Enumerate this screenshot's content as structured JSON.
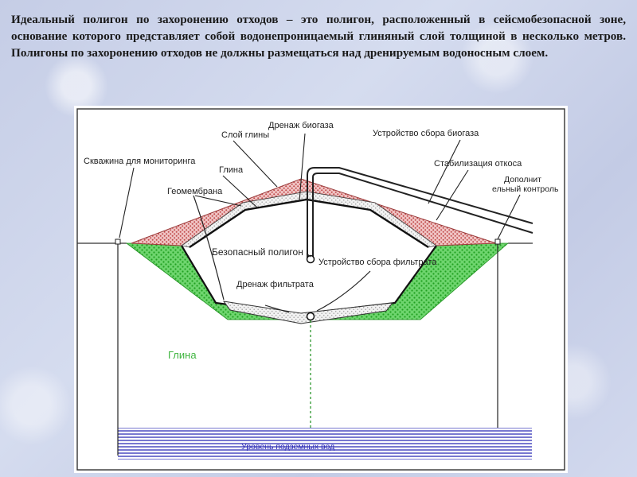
{
  "slide": {
    "intro_text": "Идеальный полигон по захоронению отходов – это полигон, расположенный в сейсмобезопасной зоне, основание которого представляет собой водонепроницаемый глиняный слой толщиной в несколько метров. Полигоны по захоронению отходов не должны размещаться над дренируемым водоносным слоем."
  },
  "diagram": {
    "labels": {
      "monitoring_well": "Скважина для мониторинга",
      "clay_layer": "Слой глины",
      "clay": "Глина",
      "geomembrane": "Геомембрана",
      "biogas_drainage": "Дренаж биогаза",
      "biogas_collection": "Устройство сбора биогаза",
      "slope_stabilization": "Стабилизация откоса",
      "extra_control_line1": "Дополнит",
      "extra_control_line2": "ельный контроль",
      "safe_landfill": "Безопасный  полигон",
      "leachate_collection": "Устройство сбора фильтрата",
      "leachate_drainage": "Дренаж фильтрата",
      "clay_bottom": "Глина",
      "groundwater_level": "Уровень подземных вод"
    },
    "colors": {
      "clay_fill": "#4fc94f",
      "cover_red": "#d98080",
      "groundwater": "#2f2fb8",
      "label_green": "#3fb53f"
    }
  }
}
